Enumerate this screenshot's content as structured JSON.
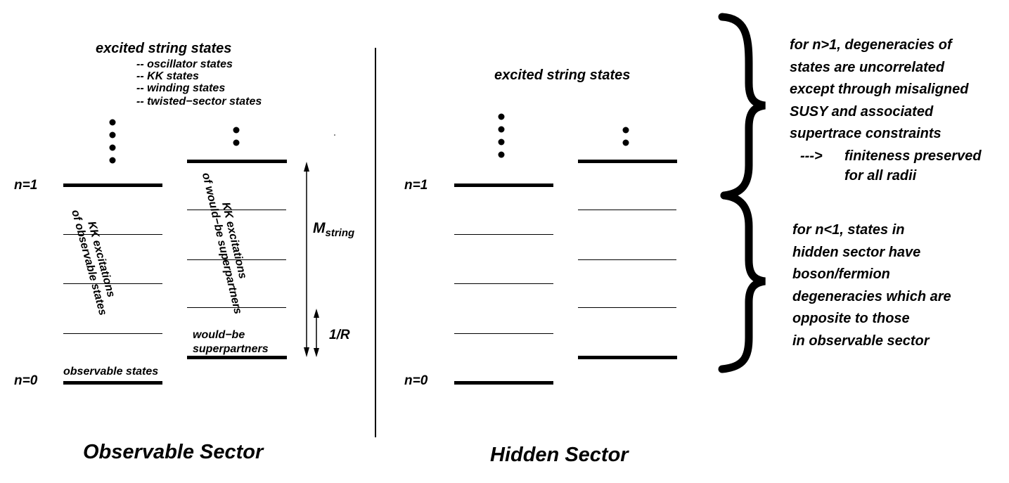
{
  "observable": {
    "title": "Observable Sector",
    "excited_heading": "excited string states",
    "excited_list": [
      "-- oscillator states",
      "-- KK states",
      "-- winding states",
      "-- twisted−sector states"
    ],
    "n1_label": "n=1",
    "n0_label": "n=0",
    "kk_observable_line1": "KK excitations",
    "kk_observable_line2": "of observable states",
    "kk_superpartners_line1": "KK excitations",
    "kk_superpartners_line2": "of would−be superpartners",
    "would_be_line1": "would−be",
    "would_be_line2": "superpartners",
    "observable_states": "observable states",
    "m_string": "M",
    "m_string_sub": "string",
    "one_over_r": "1/R"
  },
  "hidden": {
    "title": "Hidden Sector",
    "excited_heading": "excited string states",
    "n1_label": "n=1",
    "n0_label": "n=0"
  },
  "notes": {
    "upper": [
      "for n>1, degeneracies of",
      "states are uncorrelated",
      "except through misaligned",
      "SUSY and associated",
      "supertrace constraints"
    ],
    "arrow": "--->",
    "finiteness_line1": "finiteness preserved",
    "finiteness_line2": "for all radii",
    "lower": [
      "for n<1, states in",
      "hidden sector have",
      "boson/fermion",
      "degeneracies which are",
      "opposite to those",
      "in observable sector"
    ]
  }
}
